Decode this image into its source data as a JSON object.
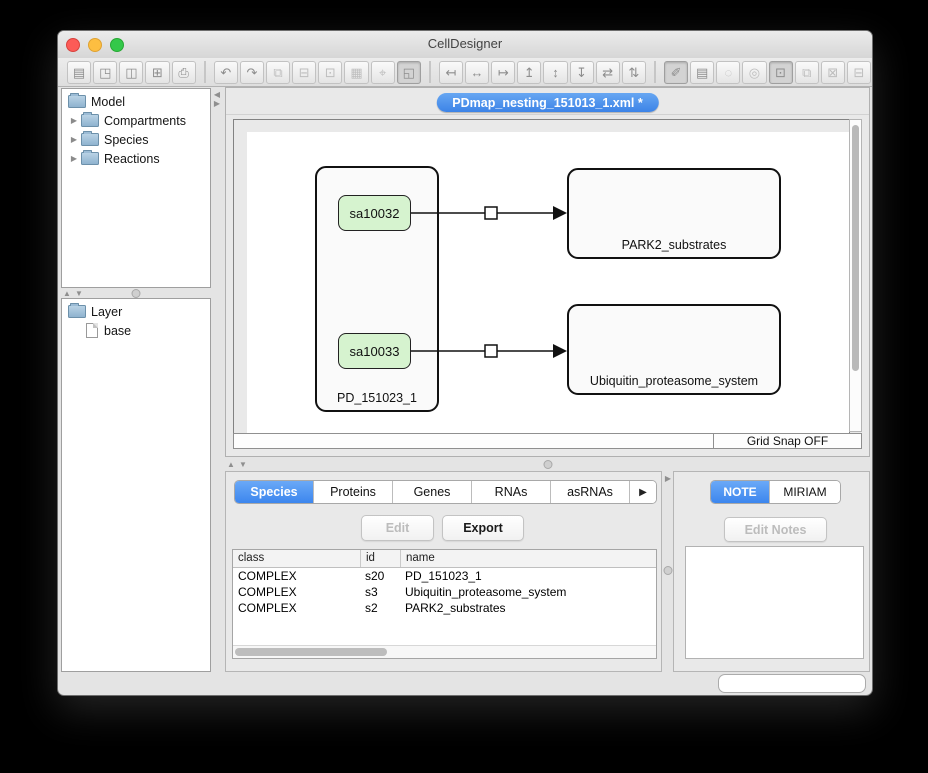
{
  "window": {
    "title": "CellDesigner"
  },
  "ui_icons": {
    "disclosure": "▶",
    "splitter_up": "▲",
    "splitter_down": "▼",
    "splitter_left": "◀",
    "splitter_right": "▶",
    "tab_overflow": "▶"
  },
  "colors": {
    "accent_blue": "#3f86e8",
    "selected_tab_blue": "#3f8ef0",
    "species_fill_green": "#d6f3cf",
    "complex_fill": "#fafafa",
    "traffic_red": "#fc5b57",
    "traffic_yellow": "#fdbe41",
    "traffic_green": "#34c84a"
  },
  "toolbar": {
    "groups": [
      {
        "buttons": [
          {
            "name": "new",
            "glyph": "▤"
          },
          {
            "name": "open",
            "glyph": "◳"
          },
          {
            "name": "save",
            "glyph": "◫"
          },
          {
            "name": "save-as",
            "glyph": "⊞"
          },
          {
            "name": "print",
            "glyph": "⎙"
          }
        ]
      },
      {
        "buttons": [
          {
            "name": "undo",
            "glyph": "↶"
          },
          {
            "name": "redo",
            "glyph": "↷"
          },
          {
            "name": "copy",
            "glyph": "⧉",
            "disabled": true
          },
          {
            "name": "paste",
            "glyph": "⊟",
            "disabled": true
          },
          {
            "name": "duplicate",
            "glyph": "⊡",
            "disabled": true
          },
          {
            "name": "select-area",
            "glyph": "▦",
            "disabled": true
          },
          {
            "name": "pointer",
            "glyph": "⌖",
            "disabled": true
          },
          {
            "name": "birds-eye",
            "glyph": "◱",
            "pressed": true
          }
        ]
      },
      {
        "buttons": [
          {
            "name": "align-left",
            "glyph": "↤"
          },
          {
            "name": "align-h-center",
            "glyph": "↔"
          },
          {
            "name": "align-right",
            "glyph": "↦"
          },
          {
            "name": "align-top",
            "glyph": "↥"
          },
          {
            "name": "align-v-center",
            "glyph": "↕"
          },
          {
            "name": "align-bottom",
            "glyph": "↧"
          },
          {
            "name": "distribute-h",
            "glyph": "⇄"
          },
          {
            "name": "distribute-v",
            "glyph": "⇅"
          }
        ]
      },
      {
        "buttons": [
          {
            "name": "paint",
            "glyph": "✐",
            "pressed": true
          },
          {
            "name": "properties",
            "glyph": "▤"
          },
          {
            "name": "species-display-a",
            "glyph": "◌",
            "disabled": true
          },
          {
            "name": "species-display-b",
            "glyph": "◎",
            "disabled": true
          },
          {
            "name": "layer-notes",
            "glyph": "⊡",
            "pressed": true
          },
          {
            "name": "complex-view-a",
            "glyph": "⧉",
            "disabled": true
          },
          {
            "name": "complex-view-b",
            "glyph": "⊠",
            "disabled": true
          },
          {
            "name": "group-view",
            "glyph": "⊟",
            "disabled": true
          }
        ]
      }
    ]
  },
  "model_tree": {
    "root": "Model",
    "items": [
      "Compartments",
      "Species",
      "Reactions"
    ]
  },
  "layer_tree": {
    "root": "Layer",
    "items": [
      "base"
    ]
  },
  "canvas": {
    "tab_title": "PDmap_nesting_151013_1.xml *",
    "grid_snap": "Grid Snap OFF",
    "diagram": {
      "container": {
        "label": "PD_151023_1"
      },
      "members": [
        {
          "id": "sa10032"
        },
        {
          "id": "sa10033"
        }
      ],
      "complexes": [
        {
          "label": "PARK2_substrates"
        },
        {
          "label": "Ubiquitin_proteasome_system"
        }
      ]
    }
  },
  "bottom_left": {
    "tabs": [
      "Species",
      "Proteins",
      "Genes",
      "RNAs",
      "asRNAs"
    ],
    "selected_tab": "Species",
    "edit_label": "Edit",
    "export_label": "Export",
    "table": {
      "columns": [
        "class",
        "id",
        "name"
      ],
      "rows": [
        [
          "COMPLEX",
          "s20",
          "PD_151023_1"
        ],
        [
          "COMPLEX",
          "s3",
          "Ubiquitin_proteasome_system"
        ],
        [
          "COMPLEX",
          "s2",
          "PARK2_substrates"
        ]
      ]
    }
  },
  "bottom_right": {
    "tabs": [
      "NOTE",
      "MIRIAM"
    ],
    "selected_tab": "NOTE",
    "edit_notes_label": "Edit Notes"
  }
}
